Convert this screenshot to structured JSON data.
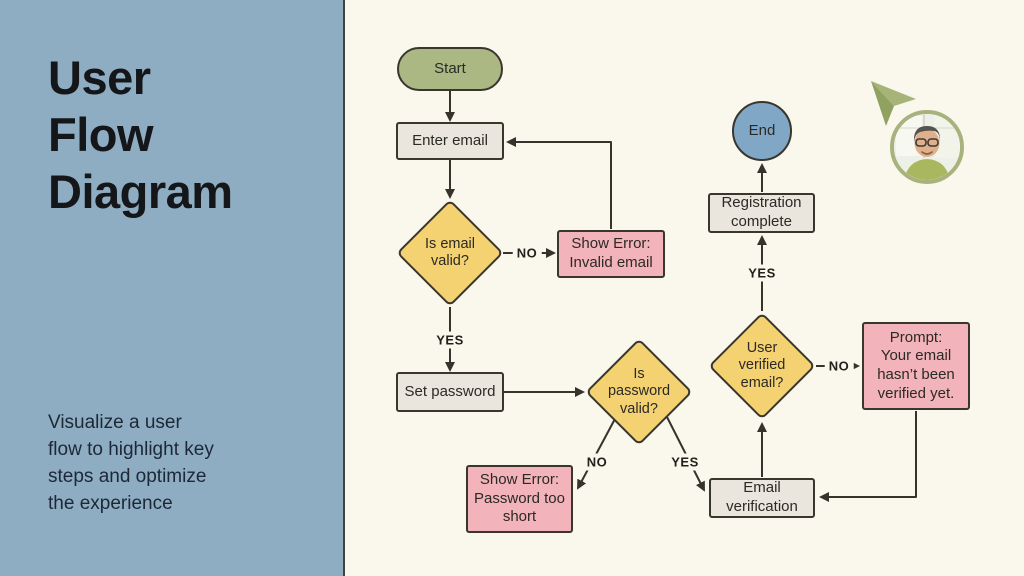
{
  "sidebar": {
    "title": "User\nFlow\nDiagram",
    "description": "Visualize a user\nflow to highlight key\nsteps and optimize\nthe experience"
  },
  "flowchart": {
    "nodes": {
      "start": "Start",
      "enter_email": "Enter email",
      "email_valid": "Is email\nvalid?",
      "error_invalid_email": "Show Error:\nInvalid email",
      "set_password": "Set password",
      "password_valid": "Is\npassword\nvalid?",
      "error_password_short": "Show Error:\nPassword too\nshort",
      "email_verification": "Email\nverification",
      "user_verified": "User\nverified\nemail?",
      "prompt_not_verified": "Prompt:\nYour email\nhasn’t been\nverified yet.",
      "registration_complete": "Registration\ncomplete",
      "end": "End"
    },
    "edge_labels": {
      "email_valid_no": "NO",
      "email_valid_yes": "YES",
      "password_valid_no": "NO",
      "password_valid_yes": "YES",
      "user_verified_no": "NO",
      "user_verified_yes": "YES"
    }
  },
  "colors": {
    "sidebar_bg": "#8fadc2",
    "canvas_bg": "#faf7ec",
    "start_node": "#abb884",
    "end_node": "#81a7c7",
    "process_node": "#eae5dd",
    "decision_node": "#f4d171",
    "error_node": "#f2b3ba",
    "line": "#35332b",
    "text": "#2b2a24",
    "avatar_ring": "#a7b27c"
  }
}
